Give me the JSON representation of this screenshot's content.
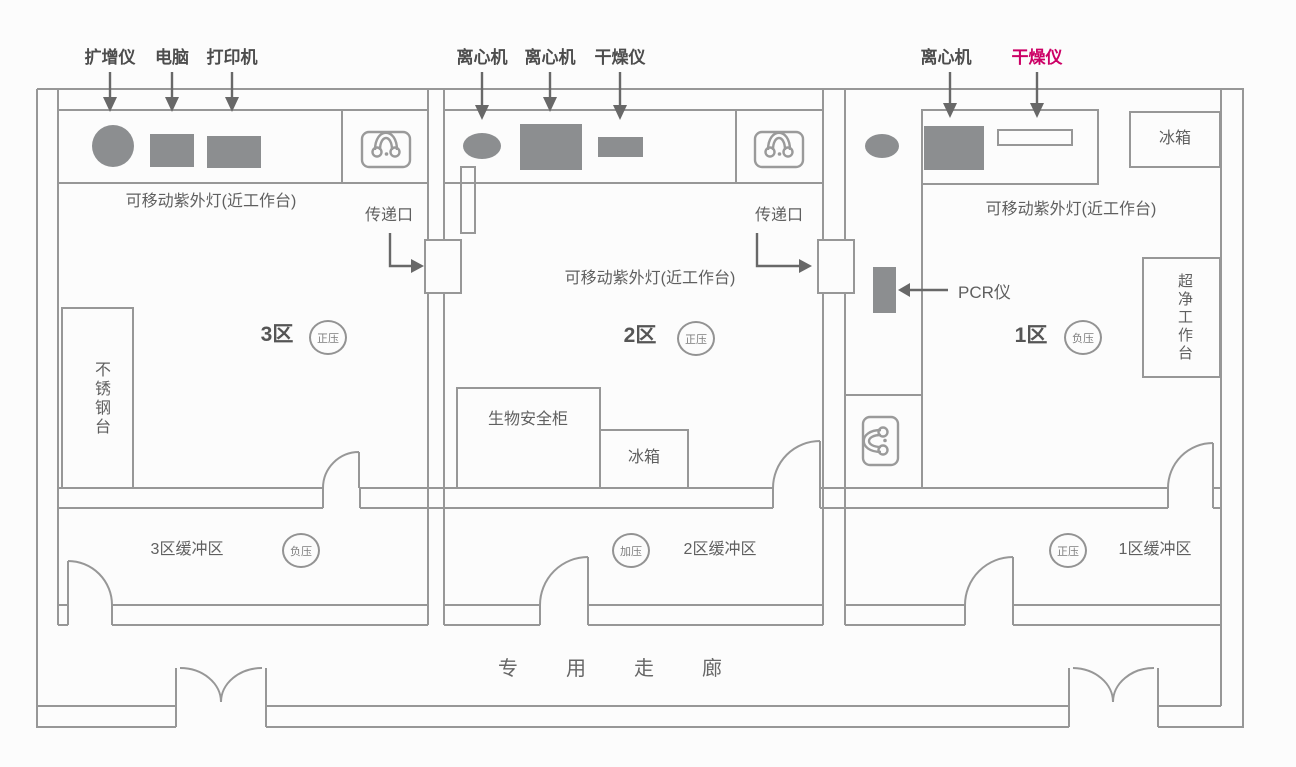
{
  "colors": {
    "wall": "#979797",
    "equipment_fill": "#8c8e90",
    "label_text": "#4d4d4d",
    "highlight": "#cc0066"
  },
  "top_labels": {
    "zone3": [
      "扩增仪",
      "电脑",
      "打印机"
    ],
    "zone2": [
      "离心机",
      "离心机",
      "干燥仪"
    ],
    "zone1": [
      "离心机",
      "干燥仪"
    ]
  },
  "zone3": {
    "name": "3区",
    "pressure": "正压",
    "uv_lamp": "可移动紫外灯(近工作台)",
    "steel_table": "不锈钢台"
  },
  "zone2": {
    "name": "2区",
    "pressure": "正压",
    "uv_lamp": "可移动紫外灯(近工作台)",
    "biosafety_cabinet": "生物安全柜",
    "fridge": "冰箱"
  },
  "zone1": {
    "name": "1区",
    "pressure": "负压",
    "uv_lamp": "可移动紫外灯(近工作台)",
    "pcr": "PCR仪",
    "fridge": "冰箱",
    "clean_bench": "超净工作台"
  },
  "pass_windows": [
    "传递口",
    "传递口"
  ],
  "buffers": {
    "b3": {
      "name": "3区缓冲区",
      "pressure": "负压"
    },
    "b2": {
      "name": "2区缓冲区",
      "pressure": "加压"
    },
    "b1": {
      "name": "1区缓冲区",
      "pressure": "正压"
    }
  },
  "corridor_label": "专用走廊"
}
